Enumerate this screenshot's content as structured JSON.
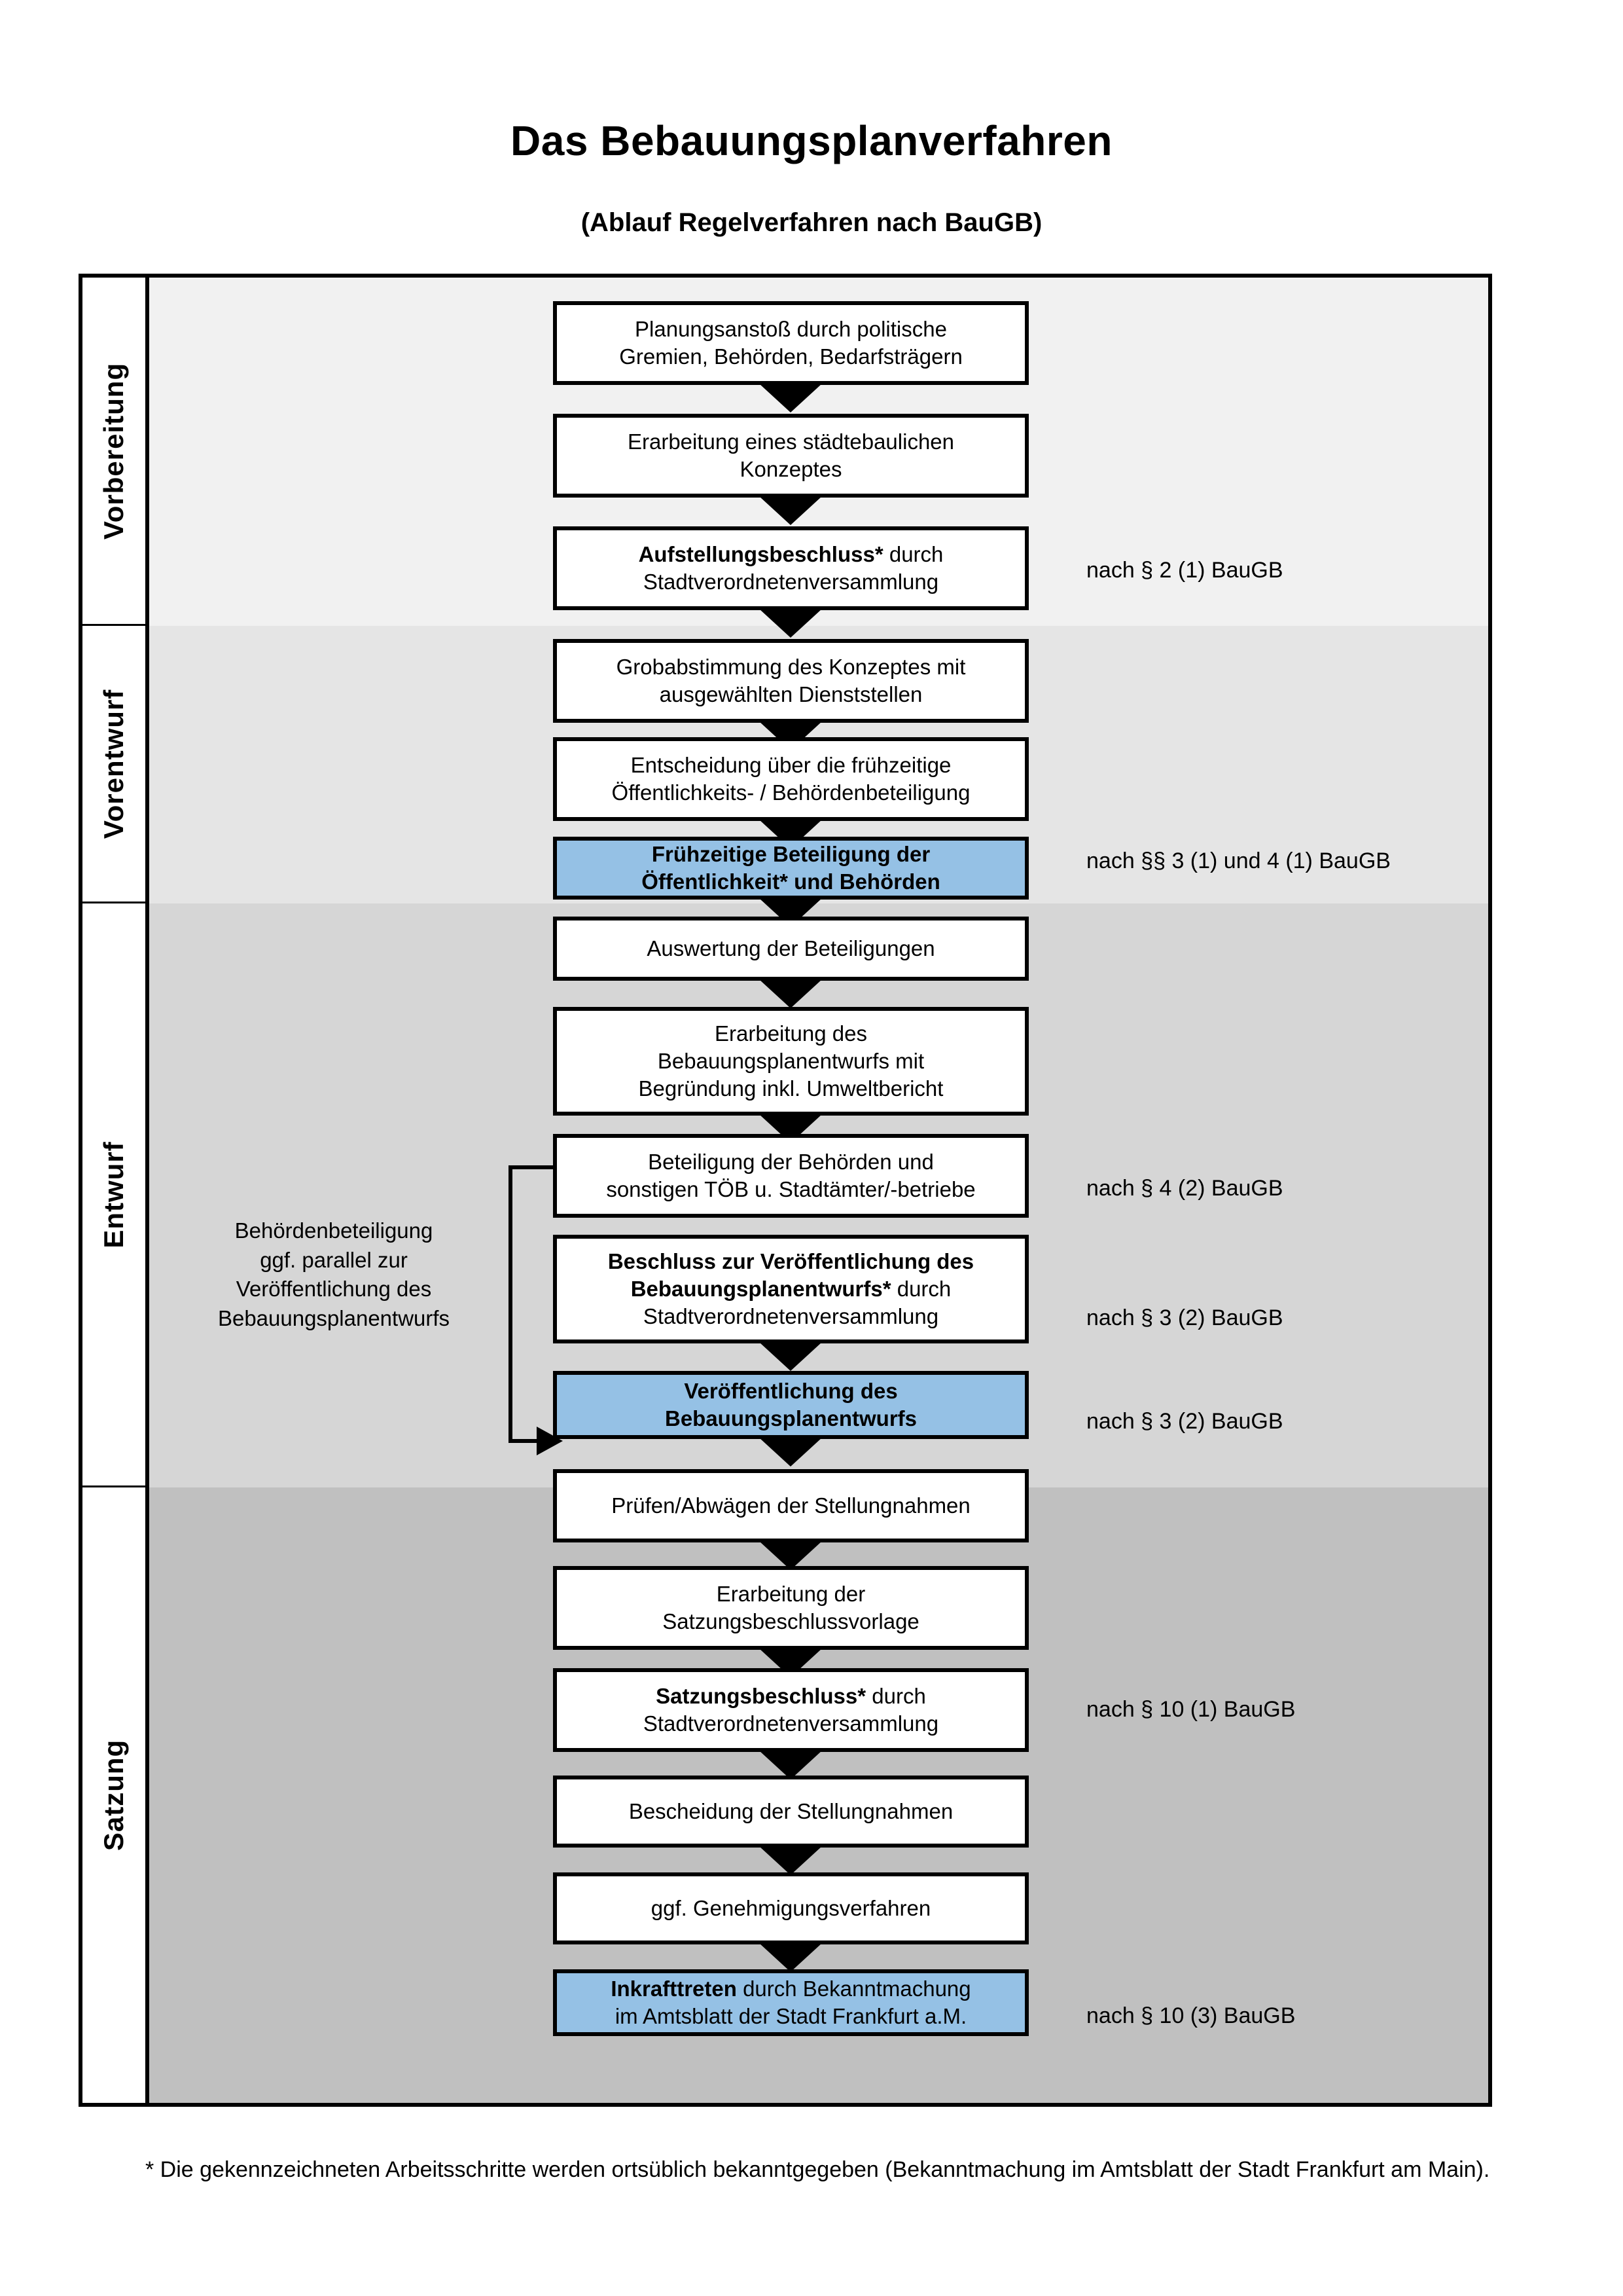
{
  "document": {
    "title": "Das Bebauungsplanverfahren",
    "subtitle": "(Ablauf Regelverfahren nach BauGB)",
    "footnote": "* Die gekennzeichneten Arbeitsschritte werden ortsüblich bekanntgegeben (Bekanntmachung im Amtsblatt  der Stadt Frankfurt am Main)."
  },
  "colors": {
    "highlight_blue": "#95C1E5",
    "band_vorbereitung": "#F1F1F1",
    "band_vorentwurf": "#E5E5E5",
    "band_entwurf": "#D6D6D6",
    "band_satzung": "#C0C0C0",
    "outline": "#000000"
  },
  "phases": [
    {
      "id": "vorbereitung",
      "label": "Vorbereitung"
    },
    {
      "id": "vorentwurf",
      "label": "Vorentwurf"
    },
    {
      "id": "entwurf",
      "label": "Entwurf"
    },
    {
      "id": "satzung",
      "label": "Satzung"
    }
  ],
  "steps": [
    {
      "id": "s1",
      "phase": "vorbereitung",
      "highlight": false,
      "lines": [
        "Planungsanstoß durch politische",
        "Gremien, Behörden, Bedarfsträgern"
      ],
      "bold_prefix": ""
    },
    {
      "id": "s2",
      "phase": "vorbereitung",
      "highlight": false,
      "lines": [
        "Erarbeitung eines städtebaulichen",
        "Konzeptes"
      ],
      "bold_prefix": ""
    },
    {
      "id": "s3",
      "phase": "vorbereitung",
      "highlight": false,
      "lines": [
        "Aufstellungsbeschluss* durch",
        "Stadtverordnetenversammlung"
      ],
      "bold_prefix": "Aufstellungsbeschluss*"
    },
    {
      "id": "s4",
      "phase": "vorentwurf",
      "highlight": false,
      "lines": [
        "Grobabstimmung des Konzeptes mit",
        "ausgewählten Dienststellen"
      ],
      "bold_prefix": ""
    },
    {
      "id": "s5",
      "phase": "vorentwurf",
      "highlight": false,
      "lines": [
        "Entscheidung über die frühzeitige",
        "Öffentlichkeits- / Behördenbeteiligung"
      ],
      "bold_prefix": ""
    },
    {
      "id": "s6",
      "phase": "vorentwurf",
      "highlight": true,
      "lines": [
        "Frühzeitige Beteiligung der",
        "Öffentlichkeit* und Behörden"
      ],
      "bold_prefix": "ALL"
    },
    {
      "id": "s7",
      "phase": "entwurf",
      "highlight": false,
      "lines": [
        "Auswertung der Beteiligungen"
      ],
      "bold_prefix": ""
    },
    {
      "id": "s8",
      "phase": "entwurf",
      "highlight": false,
      "lines": [
        "Erarbeitung des",
        "Bebauungsplanentwurfs mit",
        "Begründung inkl. Umweltbericht"
      ],
      "bold_prefix": ""
    },
    {
      "id": "s9",
      "phase": "entwurf",
      "highlight": false,
      "lines": [
        "Beteiligung der Behörden und",
        "sonstigen TÖB u. Stadtämter/-betriebe"
      ],
      "bold_prefix": ""
    },
    {
      "id": "s10",
      "phase": "entwurf",
      "highlight": false,
      "lines": [
        "Beschluss zur Veröffentlichung des",
        "Bebauungsplanentwurfs* durch",
        "Stadtverordnetenversammlung"
      ],
      "bold_prefix": "Beschluss zur Veröffentlichung des Bebauungsplanentwurfs*"
    },
    {
      "id": "s11",
      "phase": "entwurf",
      "highlight": true,
      "lines": [
        "Veröffentlichung des",
        "Bebauungsplanentwurfs"
      ],
      "bold_prefix": "ALL"
    },
    {
      "id": "s12",
      "phase": "satzung",
      "highlight": false,
      "lines": [
        "Prüfen/Abwägen der Stellungnahmen"
      ],
      "bold_prefix": ""
    },
    {
      "id": "s13",
      "phase": "satzung",
      "highlight": false,
      "lines": [
        "Erarbeitung der",
        "Satzungsbeschlussvorlage"
      ],
      "bold_prefix": ""
    },
    {
      "id": "s14",
      "phase": "satzung",
      "highlight": false,
      "lines": [
        "Satzungsbeschluss* durch",
        "Stadtverordnetenversammlung"
      ],
      "bold_prefix": "Satzungsbeschluss*"
    },
    {
      "id": "s15",
      "phase": "satzung",
      "highlight": false,
      "lines": [
        "Bescheidung der Stellungnahmen"
      ],
      "bold_prefix": ""
    },
    {
      "id": "s16",
      "phase": "satzung",
      "highlight": false,
      "lines": [
        "ggf. Genehmigungsverfahren"
      ],
      "bold_prefix": ""
    },
    {
      "id": "s17",
      "phase": "satzung",
      "highlight": true,
      "lines": [
        "Inkrafttreten durch Bekanntmachung",
        "im Amtsblatt der Stadt Frankfurt a.M."
      ],
      "bold_prefix": "Inkrafttreten"
    }
  ],
  "step_text": {
    "s1_l1": "Planungsanstoß durch politische",
    "s1_l2": "Gremien, Behörden, Bedarfsträgern",
    "s2_l1": "Erarbeitung eines städtebaulichen",
    "s2_l2": "Konzeptes",
    "s3_bold": "Aufstellungsbeschluss*",
    "s3_rest": " durch",
    "s3_l2": "Stadtverordnetenversammlung",
    "s4_l1": "Grobabstimmung des Konzeptes mit",
    "s4_l2": "ausgewählten Dienststellen",
    "s5_l1": "Entscheidung über die frühzeitige",
    "s5_l2": "Öffentlichkeits- / Behördenbeteiligung",
    "s6_l1": "Frühzeitige Beteiligung der",
    "s6_l2": "Öffentlichkeit* und Behörden",
    "s7_l1": "Auswertung der Beteiligungen",
    "s8_l1": "Erarbeitung des",
    "s8_l2": "Bebauungsplanentwurfs mit",
    "s8_l3": "Begründung inkl. Umweltbericht",
    "s9_l1": "Beteiligung der Behörden und",
    "s9_l2": "sonstigen TÖB u. Stadtämter/-betriebe",
    "s10_bold1": "Beschluss zur Veröffentlichung des",
    "s10_bold2": "Bebauungsplanentwurfs*",
    "s10_rest": " durch",
    "s10_l3": "Stadtverordnetenversammlung",
    "s11_l1": "Veröffentlichung des",
    "s11_l2": "Bebauungsplanentwurfs",
    "s12_l1": "Prüfen/Abwägen der Stellungnahmen",
    "s13_l1": "Erarbeitung der",
    "s13_l2": "Satzungsbeschlussvorlage",
    "s14_bold": "Satzungsbeschluss*",
    "s14_rest": " durch",
    "s14_l2": "Stadtverordnetenversammlung",
    "s15_l1": "Bescheidung der Stellungnahmen",
    "s16_l1": "ggf. Genehmigungsverfahren",
    "s17_bold": "Inkrafttreten",
    "s17_rest": " durch Bekanntmachung",
    "s17_l2": "im Amtsblatt der Stadt Frankfurt a.M."
  },
  "legal_notes": [
    {
      "id": "n1",
      "text": "nach § 2 (1) BauGB",
      "for_step": "s3"
    },
    {
      "id": "n2",
      "text": "nach §§ 3 (1) und 4 (1) BauGB",
      "for_step": "s6"
    },
    {
      "id": "n3",
      "text": "nach § 4 (2) BauGB",
      "for_step": "s9"
    },
    {
      "id": "n4",
      "text": "nach § 3 (2) BauGB",
      "for_step": "s10"
    },
    {
      "id": "n5",
      "text": "nach § 3 (2) BauGB",
      "for_step": "s11"
    },
    {
      "id": "n6",
      "text": "nach § 10 (1) BauGB",
      "for_step": "s14"
    },
    {
      "id": "n7",
      "text": "nach § 10 (3) BauGB",
      "for_step": "s17"
    }
  ],
  "side_note": {
    "lines": [
      "Behördenbeteiligung",
      "ggf. parallel zur",
      "Veröffentlichung des",
      "Bebauungsplanentwurfs"
    ],
    "l1": "Behördenbeteiligung",
    "l2": "ggf. parallel zur",
    "l3": "Veröffentlichung des",
    "l4": "Bebauungsplanentwurfs"
  }
}
